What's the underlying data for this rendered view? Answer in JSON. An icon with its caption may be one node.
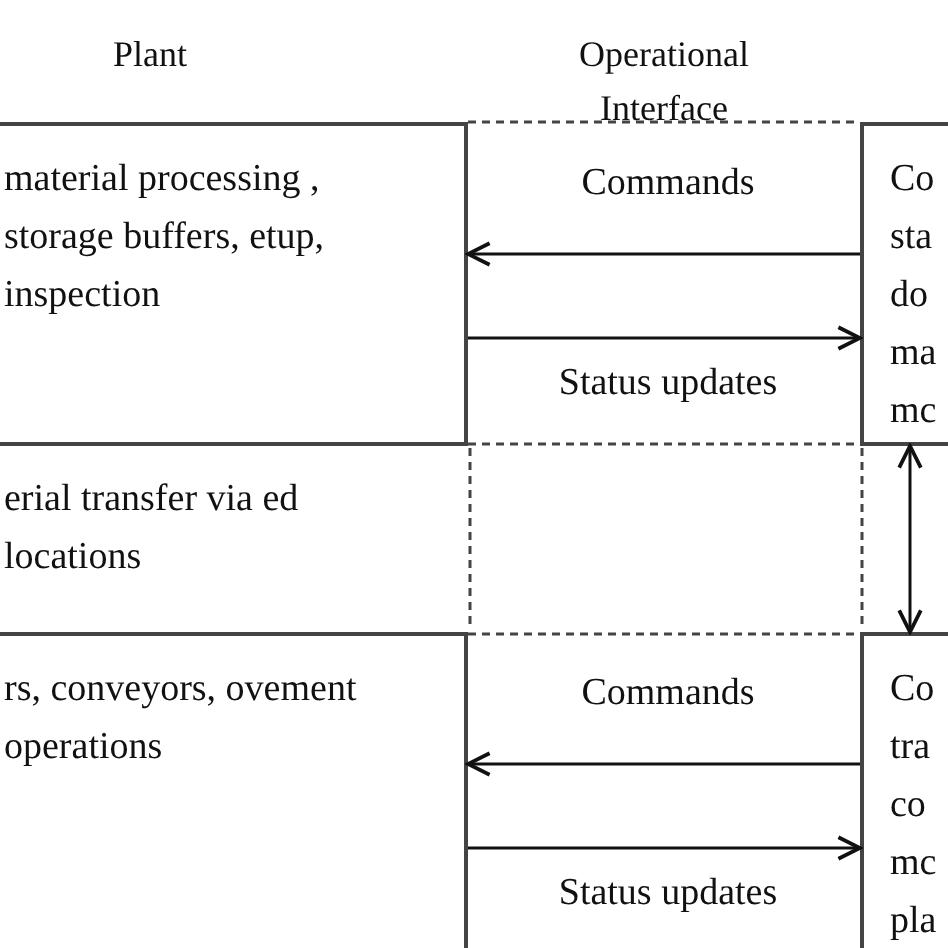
{
  "diagram": {
    "nodes": [
      {
        "text": [
          "material processing , storage buffers, etup, inspection"
        ]
      },
      {
        "text": [
          "erial transfer via ed locations"
        ]
      },
      {
        "text": [
          "rs, conveyors, ovement operations"
        ]
      },
      {
        "text": [
          "Co sta do ma mc"
        ]
      },
      {
        "text": [
          "Co tra co mc pla"
        ]
      }
    ],
    "edges": [
      {
        "from": 3,
        "to": 0,
        "arrow": "to",
        "label": "Commands"
      },
      {
        "from": 0,
        "to": 3,
        "arrow": "to",
        "label": "Status updates"
      },
      {
        "from": 3,
        "to": 4,
        "arrow": "both"
      },
      {
        "from": 4,
        "to": 2,
        "arrow": "to",
        "label": "Commands"
      },
      {
        "from": 2,
        "to": 4,
        "arrow": "to",
        "label": "Status updates"
      }
    ],
    "labels": [
      "Plant",
      "Operational Interface"
    ]
  }
}
